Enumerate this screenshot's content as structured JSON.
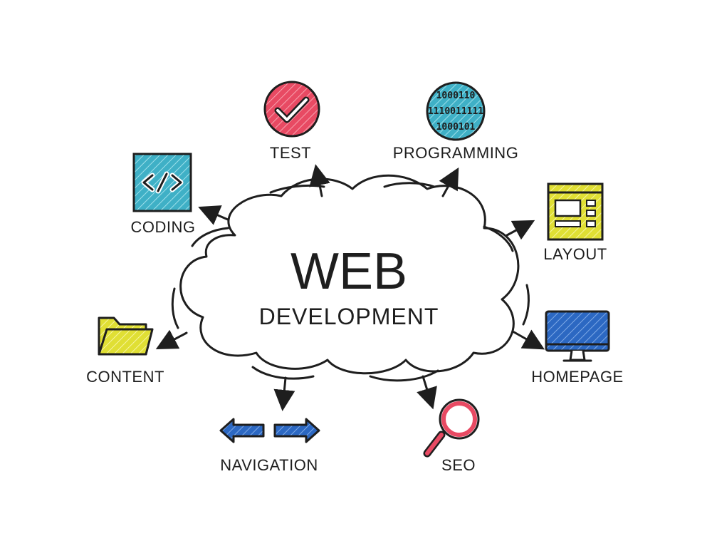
{
  "diagram": {
    "center": {
      "title": "WEB",
      "subtitle": "DEVELOPMENT"
    },
    "nodes": [
      {
        "id": "test",
        "label": "TEST",
        "icon": "checkmark-circle-icon",
        "color": "#e84a63"
      },
      {
        "id": "programming",
        "label": "PROGRAMMING",
        "icon": "binary-globe-icon",
        "color": "#4ab6c7"
      },
      {
        "id": "coding",
        "label": "CODING",
        "icon": "code-tag-icon",
        "color": "#38a9c2"
      },
      {
        "id": "layout",
        "label": "LAYOUT",
        "icon": "layout-window-icon",
        "color": "#e6e23a"
      },
      {
        "id": "content",
        "label": "CONTENT",
        "icon": "folder-icon",
        "color": "#e1e23a"
      },
      {
        "id": "homepage",
        "label": "HOMEPAGE",
        "icon": "monitor-icon",
        "color": "#2f6cc4"
      },
      {
        "id": "navigation",
        "label": "NAVIGATION",
        "icon": "arrows-left-right-icon",
        "color": "#2f6cc4"
      },
      {
        "id": "seo",
        "label": "SEO",
        "icon": "magnifier-icon",
        "color": "#e84a63"
      }
    ],
    "binary_rows": [
      "1000110",
      "1110011111",
      "1000101"
    ]
  }
}
